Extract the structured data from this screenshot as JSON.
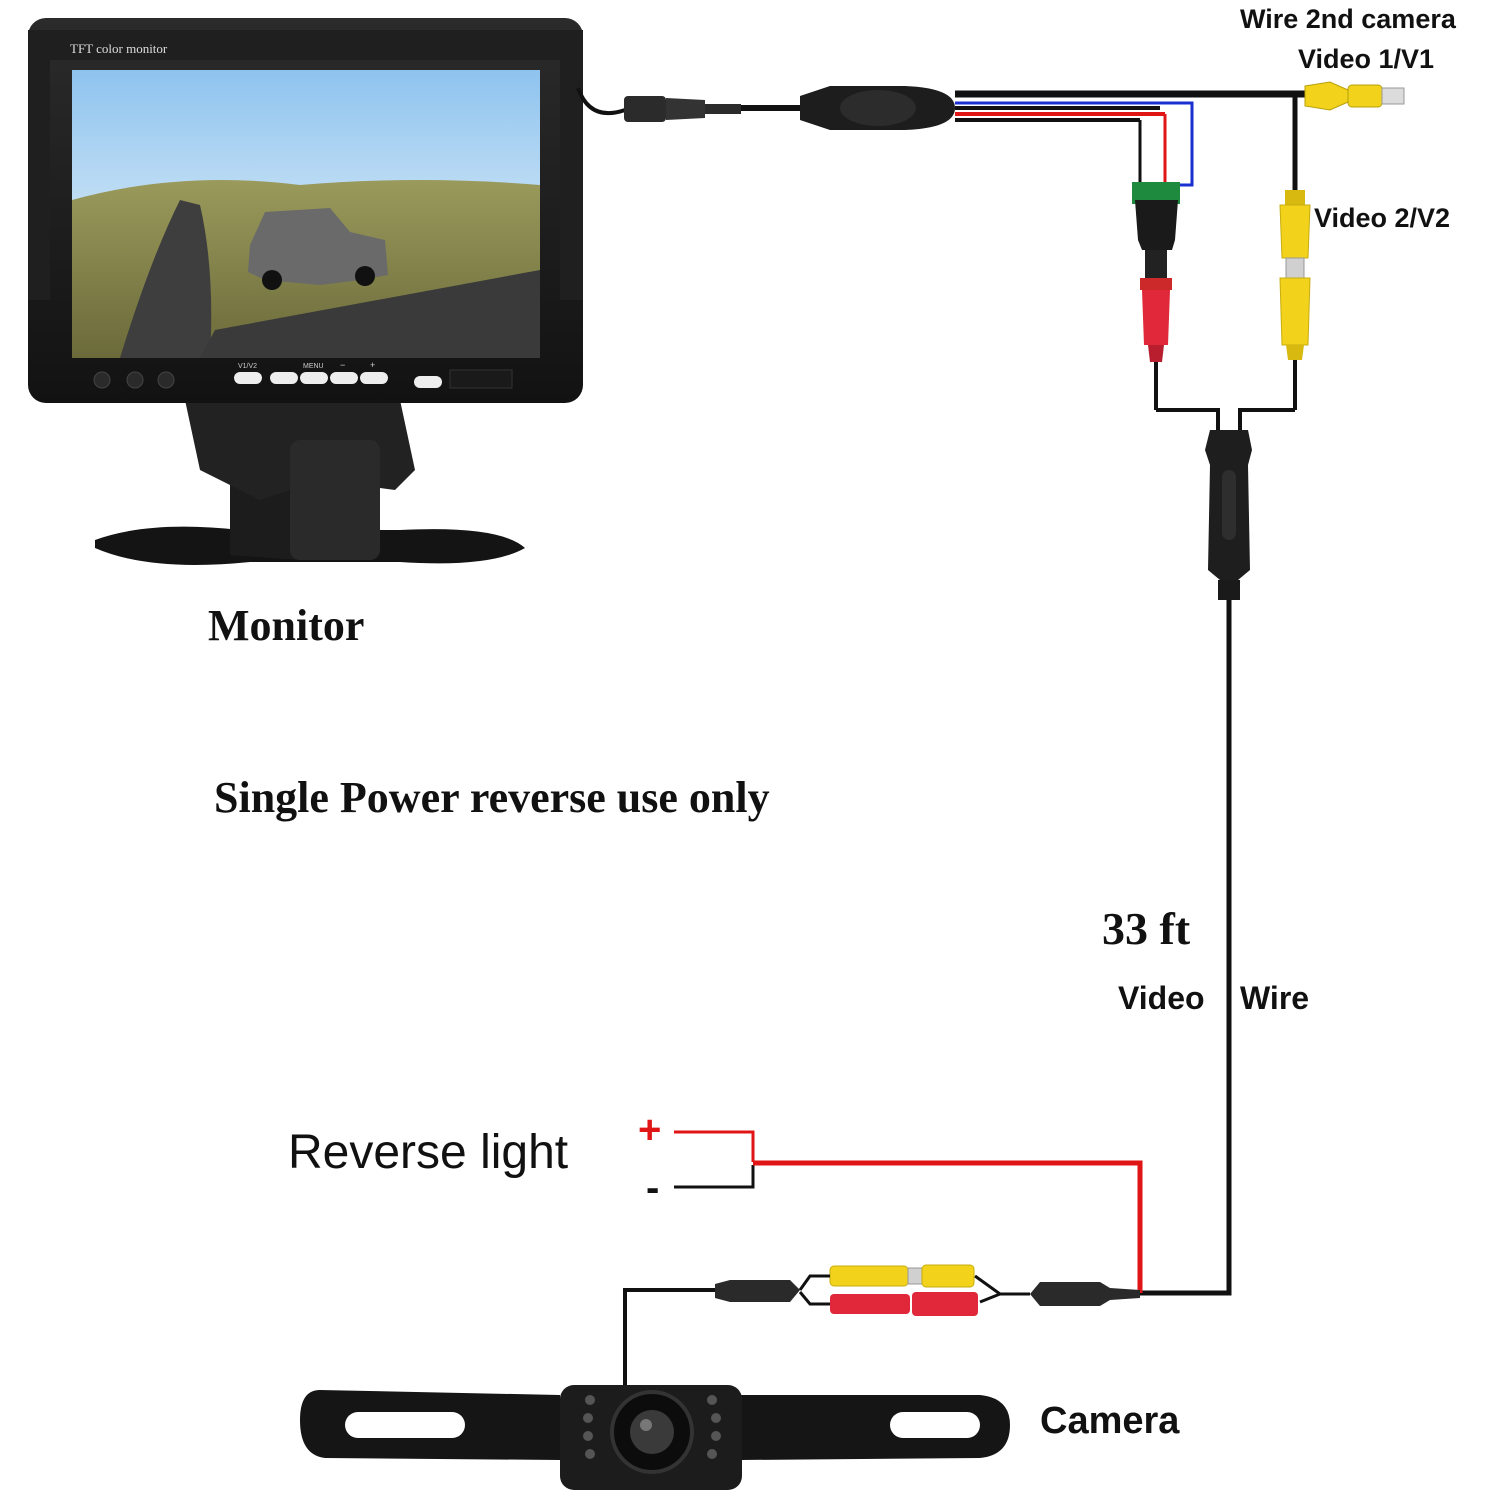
{
  "labels": {
    "monitor": "Monitor",
    "single_power": "Single Power reverse use only",
    "wire_2nd_camera": "Wire 2nd camera",
    "video1": "Video 1/V1",
    "video2": "Video 2/V2",
    "length": "33 ft",
    "video_wire_left": "Video",
    "video_wire_right": "Wire",
    "reverse_light": "Reverse light",
    "plus_sign": "+",
    "minus_sign": "-",
    "camera": "Camera",
    "monitor_screen_text": "TFT color monitor",
    "monitor_btn_v1v2": "V1/V2",
    "monitor_btn_menu": "MENU",
    "monitor_btn_minus": "−",
    "monitor_btn_plus": "+"
  },
  "colors": {
    "wire_black": "#111111",
    "wire_red": "#e01515",
    "wire_blue": "#1a2fd0",
    "rca_yellow": "#f2d21a",
    "rca_red": "#e0283a",
    "plus_red": "#e01515"
  },
  "icons": {
    "monitor": "monitor-icon",
    "camera": "license-plate-camera-icon",
    "power_adapter": "dc-power-adapter-icon",
    "rca_yellow": "yellow-rca-connector-icon",
    "rca_red": "red-rca-connector-icon"
  }
}
